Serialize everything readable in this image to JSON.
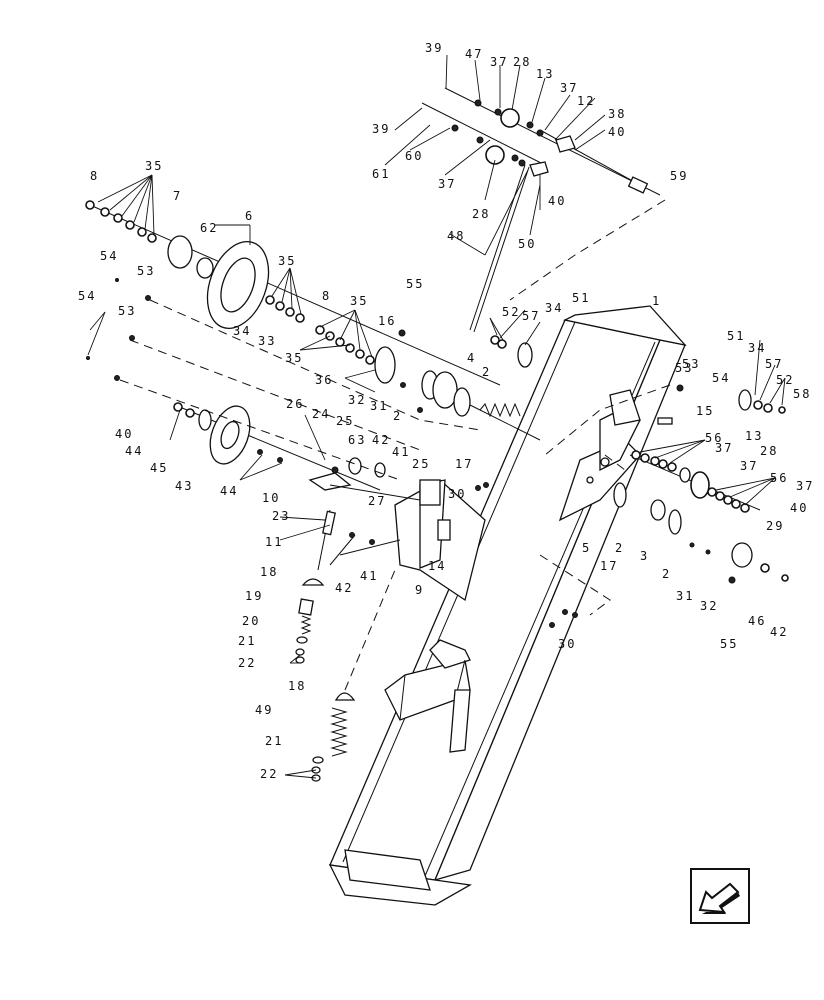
{
  "labels": [
    {
      "text": "39"
    },
    {
      "text": "47"
    },
    {
      "text": "37"
    },
    {
      "text": "28"
    },
    {
      "text": "13"
    },
    {
      "text": "37"
    },
    {
      "text": "12"
    },
    {
      "text": "38"
    },
    {
      "text": "40"
    },
    {
      "text": "39"
    },
    {
      "text": "60"
    },
    {
      "text": "61"
    },
    {
      "text": "37"
    },
    {
      "text": "28"
    },
    {
      "text": "40"
    },
    {
      "text": "59"
    },
    {
      "text": "50"
    },
    {
      "text": "48"
    },
    {
      "text": "8"
    },
    {
      "text": "35"
    },
    {
      "text": "7"
    },
    {
      "text": "6"
    },
    {
      "text": "62"
    },
    {
      "text": "35"
    },
    {
      "text": "54"
    },
    {
      "text": "53"
    },
    {
      "text": "8"
    },
    {
      "text": "54"
    },
    {
      "text": "53"
    },
    {
      "text": "34"
    },
    {
      "text": "33"
    },
    {
      "text": "35"
    },
    {
      "text": "55"
    },
    {
      "text": "35"
    },
    {
      "text": "16"
    },
    {
      "text": "52"
    },
    {
      "text": "57"
    },
    {
      "text": "34"
    },
    {
      "text": "51"
    },
    {
      "text": "1"
    },
    {
      "text": "53"
    },
    {
      "text": "4"
    },
    {
      "text": "2"
    },
    {
      "text": "36"
    },
    {
      "text": "32"
    },
    {
      "text": "31"
    },
    {
      "text": "2"
    },
    {
      "text": "51"
    },
    {
      "text": "34"
    },
    {
      "text": "57"
    },
    {
      "text": "53"
    },
    {
      "text": "54"
    },
    {
      "text": "52"
    },
    {
      "text": "58"
    },
    {
      "text": "15"
    },
    {
      "text": "40"
    },
    {
      "text": "44"
    },
    {
      "text": "45"
    },
    {
      "text": "26"
    },
    {
      "text": "24"
    },
    {
      "text": "25"
    },
    {
      "text": "63"
    },
    {
      "text": "42"
    },
    {
      "text": "41"
    },
    {
      "text": "25"
    },
    {
      "text": "17"
    },
    {
      "text": "56"
    },
    {
      "text": "37"
    },
    {
      "text": "13"
    },
    {
      "text": "28"
    },
    {
      "text": "43"
    },
    {
      "text": "44"
    },
    {
      "text": "10"
    },
    {
      "text": "27"
    },
    {
      "text": "30"
    },
    {
      "text": "37"
    },
    {
      "text": "56"
    },
    {
      "text": "37"
    },
    {
      "text": "40"
    },
    {
      "text": "23"
    },
    {
      "text": "11"
    },
    {
      "text": "5"
    },
    {
      "text": "2"
    },
    {
      "text": "17"
    },
    {
      "text": "29"
    },
    {
      "text": "14"
    },
    {
      "text": "3"
    },
    {
      "text": "18"
    },
    {
      "text": "42"
    },
    {
      "text": "41"
    },
    {
      "text": "9"
    },
    {
      "text": "2"
    },
    {
      "text": "19"
    },
    {
      "text": "31"
    },
    {
      "text": "32"
    },
    {
      "text": "20"
    },
    {
      "text": "55"
    },
    {
      "text": "46"
    },
    {
      "text": "42"
    },
    {
      "text": "21"
    },
    {
      "text": "22"
    },
    {
      "text": "30"
    },
    {
      "text": "18"
    },
    {
      "text": "49"
    },
    {
      "text": "21"
    },
    {
      "text": "22"
    }
  ],
  "nav": {
    "icon": "arrow-left-down-icon"
  }
}
